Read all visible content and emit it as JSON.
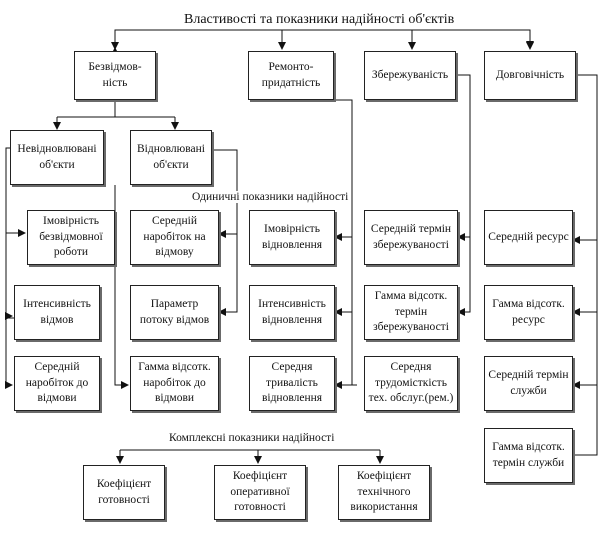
{
  "title": "Властивості та показники надійності об'єктів",
  "properties": {
    "reliability": "Безвідмов-\nність",
    "repairability": "Ремонто-\nпридатність",
    "preservability": "Збережуваність",
    "durability": "Довговічність"
  },
  "object_types": {
    "nonrepairable": "Невідновлювані\nоб'єкти",
    "repairable": "Відновлювані\nоб'єкти"
  },
  "single_indicators_label": "Одиничні показники надійності",
  "single_indicators": {
    "reliability_probability": "Імовірність\nбезвідмовної\nроботи",
    "mean_time_to_failure": "Середній\nнаробіток на\nвідмову",
    "recovery_probability": "Імовірність\nвідновлення",
    "mean_preservation_term": "Середній термін\nзбережуваності",
    "mean_resource": "Середній ресурс",
    "failure_intensity": "Інтенсивність\nвідмов",
    "failure_flow_parameter": "Параметр\nпотоку відмов",
    "recovery_intensity": "Інтенсивність\nвідновлення",
    "gamma_preservation_term": "Гамма відсотк.\nтермін\nзбережуваності",
    "gamma_resource": "Гамма відсотк.\nресурс",
    "mean_time_before_failure": "Середній\nнаробіток до\nвідмови",
    "gamma_time_to_failure": "Гамма відсотк.\nнаробіток до\nвідмови",
    "mean_recovery_time": "Середня\nтривалість\nвідновлення",
    "mean_maintenance_labor": "Середня\nтрудомісткість\nтех. обслуг.(рем.)",
    "mean_service_term": "Середній термін\nслужби",
    "gamma_service_term": "Гамма відсотк.\nтермін служби"
  },
  "complex_indicators_label": "Комплексні показники надійності",
  "complex_indicators": {
    "availability": "Коефіцієнт\nготовності",
    "operational_availability": "Коефіцієнт\nоперативної\nготовності",
    "technical_utilization": "Коефіцієнт\nтехнічного\nвикористання"
  }
}
